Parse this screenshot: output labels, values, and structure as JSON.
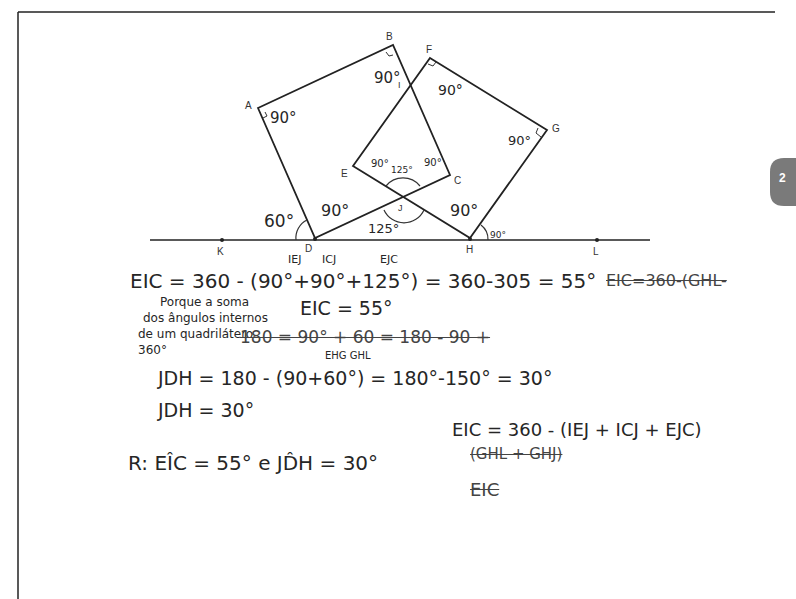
{
  "diagram": {
    "labels": [
      "A",
      "B",
      "F",
      "I",
      "G",
      "E",
      "C",
      "J",
      "K",
      "D",
      "H",
      "L",
      "90°",
      "90°",
      "90°",
      "90°",
      "90°",
      "90°",
      "125°",
      "60°",
      "90°",
      "125°",
      "90°",
      "90°",
      "2",
      "IEJ",
      "ICJ",
      "EJC",
      "EIC = 360 - (90°+90°+125°) = 360-305 = 55°",
      "EIC=360-(GHL-",
      "Porque a soma",
      "dos ângulos internos",
      "de um quadrilátero",
      "360°",
      "EIC = 55°",
      "180 = 90° + 60 = 180 - 90 +",
      "EHG GHL",
      "JDH = 180 - (90+60°) = 180°-150° = 30°",
      "JDH = 30°",
      "EIC = 360 - (IEJ + ICJ + EJC)",
      "(GHL + GHJ)",
      "R: EÎC = 55° e JD̂H = 30°",
      "EIC"
    ]
  }
}
